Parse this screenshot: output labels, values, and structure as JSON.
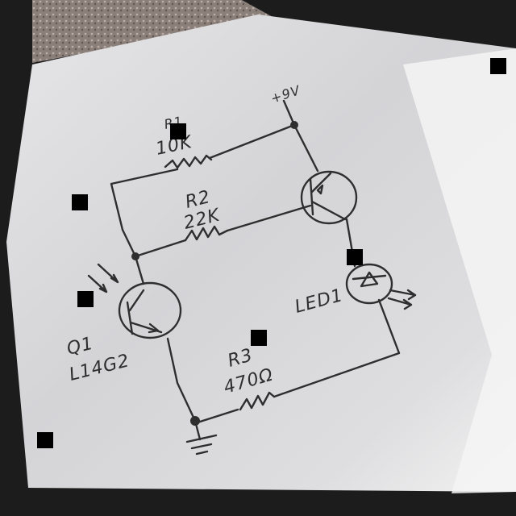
{
  "photo": {
    "paper_color": "#f0f0f0",
    "shadow_color": "#d2d2d4",
    "background_color": "#1c1c1c",
    "fabric_color": "#8b7f7a",
    "ink_color": "#2e2e2e",
    "redaction_color": "#000000"
  },
  "schematic": {
    "supply_label": "+9V",
    "r1_name": "R1",
    "r1_value": "10K",
    "r2_name": "R2",
    "r2_value": "22K",
    "r3_name": "R3",
    "r3_value": "470Ω",
    "led_name": "LED1",
    "q1_name": "Q1",
    "q1_part": "L14G2"
  }
}
